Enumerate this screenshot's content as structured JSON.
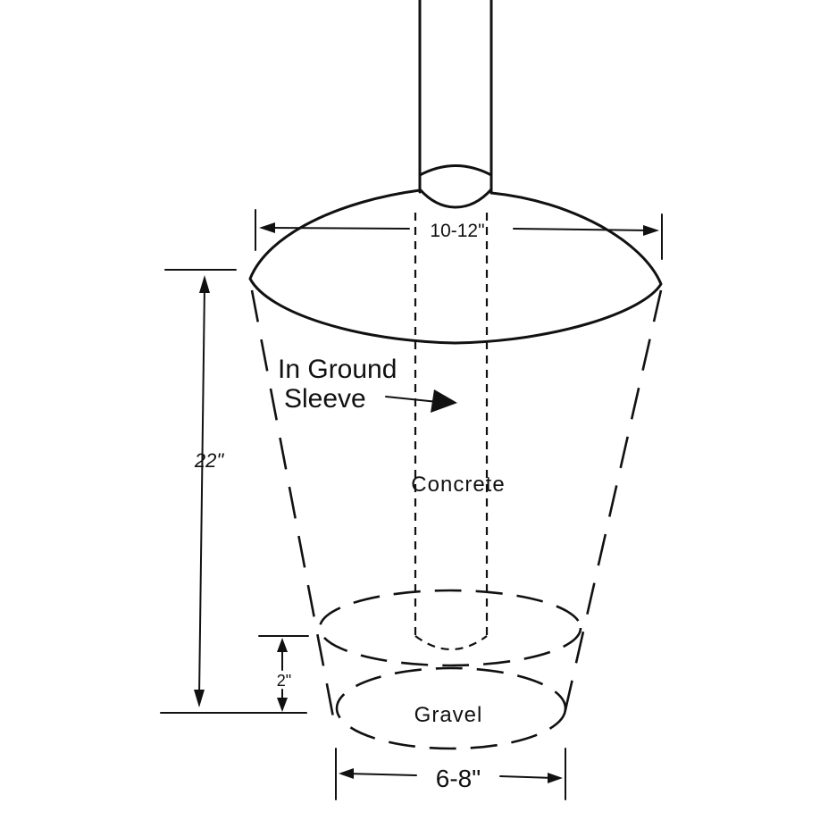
{
  "diagram": {
    "labels": {
      "top_width": "10-12\"",
      "sleeve_line1": "In Ground",
      "sleeve_line2": "Sleeve",
      "concrete": "Concrete",
      "depth": "22\"",
      "gravel_depth": "2\"",
      "gravel": "Gravel",
      "bottom_width": "6-8\""
    },
    "colors": {
      "stroke": "#111111",
      "background": "#ffffff"
    }
  }
}
